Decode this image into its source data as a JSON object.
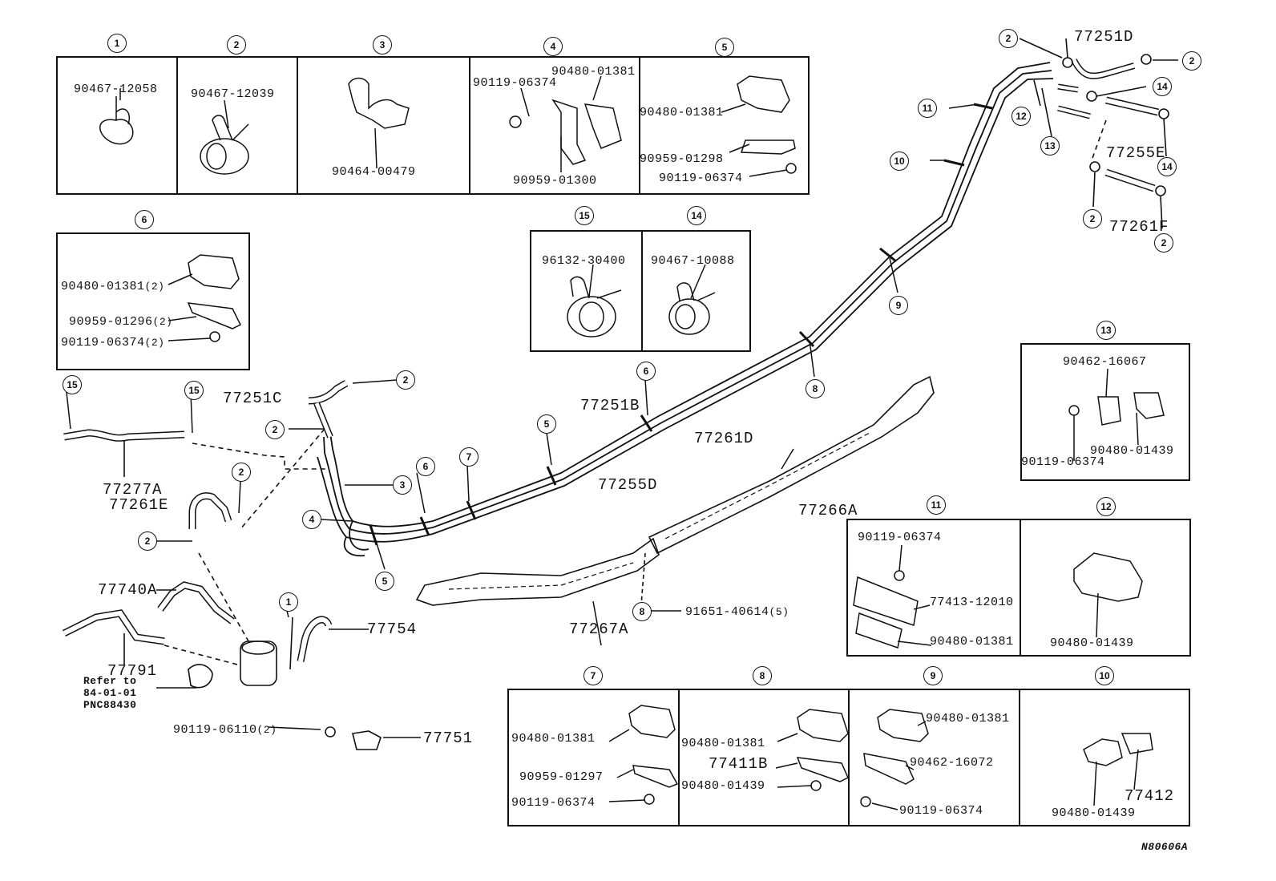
{
  "boxes": {
    "b1": {
      "num": "1",
      "parts": [
        "90467-12058"
      ]
    },
    "b2": {
      "num": "2",
      "parts": [
        "90467-12039"
      ]
    },
    "b3": {
      "num": "3",
      "parts": [
        "90464-00479"
      ]
    },
    "b4": {
      "num": "4",
      "parts": [
        "90480-01381",
        "90119-06374",
        "90959-01300"
      ]
    },
    "b5": {
      "num": "5",
      "parts": [
        "90480-01381",
        "90959-01298",
        "90119-06374"
      ]
    },
    "b6": {
      "num": "6",
      "parts": [
        "90480-01381",
        "90959-01296",
        "90119-06374"
      ],
      "qty": [
        "(2)",
        "(2)",
        "(2)"
      ]
    },
    "b15": {
      "num": "15",
      "parts": [
        "96132-30400"
      ]
    },
    "b14": {
      "num": "14",
      "parts": [
        "90467-10088"
      ]
    },
    "b13": {
      "num": "13",
      "parts": [
        "90462-16067",
        "90119-06374",
        "90480-01439"
      ]
    },
    "b11": {
      "num": "11",
      "parts": [
        "90119-06374",
        "77413-12010",
        "90480-01381"
      ]
    },
    "b12": {
      "num": "12",
      "parts": [
        "90480-01439"
      ]
    },
    "b7": {
      "num": "7",
      "parts": [
        "90480-01381",
        "90959-01297",
        "90119-06374"
      ]
    },
    "b8": {
      "num": "8",
      "parts": [
        "90480-01381",
        "77411B",
        "90480-01439"
      ]
    },
    "b9": {
      "num": "9",
      "parts": [
        "90480-01381",
        "90462-16072",
        "90119-06374"
      ]
    },
    "b10": {
      "num": "10",
      "parts": [
        "77412",
        "90480-01439"
      ]
    }
  },
  "main": {
    "parts": {
      "p77251D": "77251D",
      "p77255E": "77255E",
      "p77261F": "77261F",
      "p77251C": "77251C",
      "p77277A": "77277A",
      "p77261E": "77261E",
      "p77251B": "77251B",
      "p77255D": "77255D",
      "p77261D": "77261D",
      "p77266A": "77266A",
      "p77267A": "77267A",
      "p77740A": "77740A",
      "p77754": "77754",
      "p77791": "77791",
      "p77751": "77751",
      "p91651": "91651-40614",
      "p91651q": "(5)",
      "p90119": "90119-06110",
      "p90119q": "(2)"
    },
    "refer": [
      "Refer to",
      "84-01-01",
      "PNC88430"
    ],
    "callouts": [
      "1",
      "2",
      "3",
      "4",
      "5",
      "6",
      "7",
      "8",
      "9",
      "10",
      "11",
      "12",
      "13",
      "14",
      "15"
    ]
  },
  "footer": {
    "code": "N80606A"
  }
}
